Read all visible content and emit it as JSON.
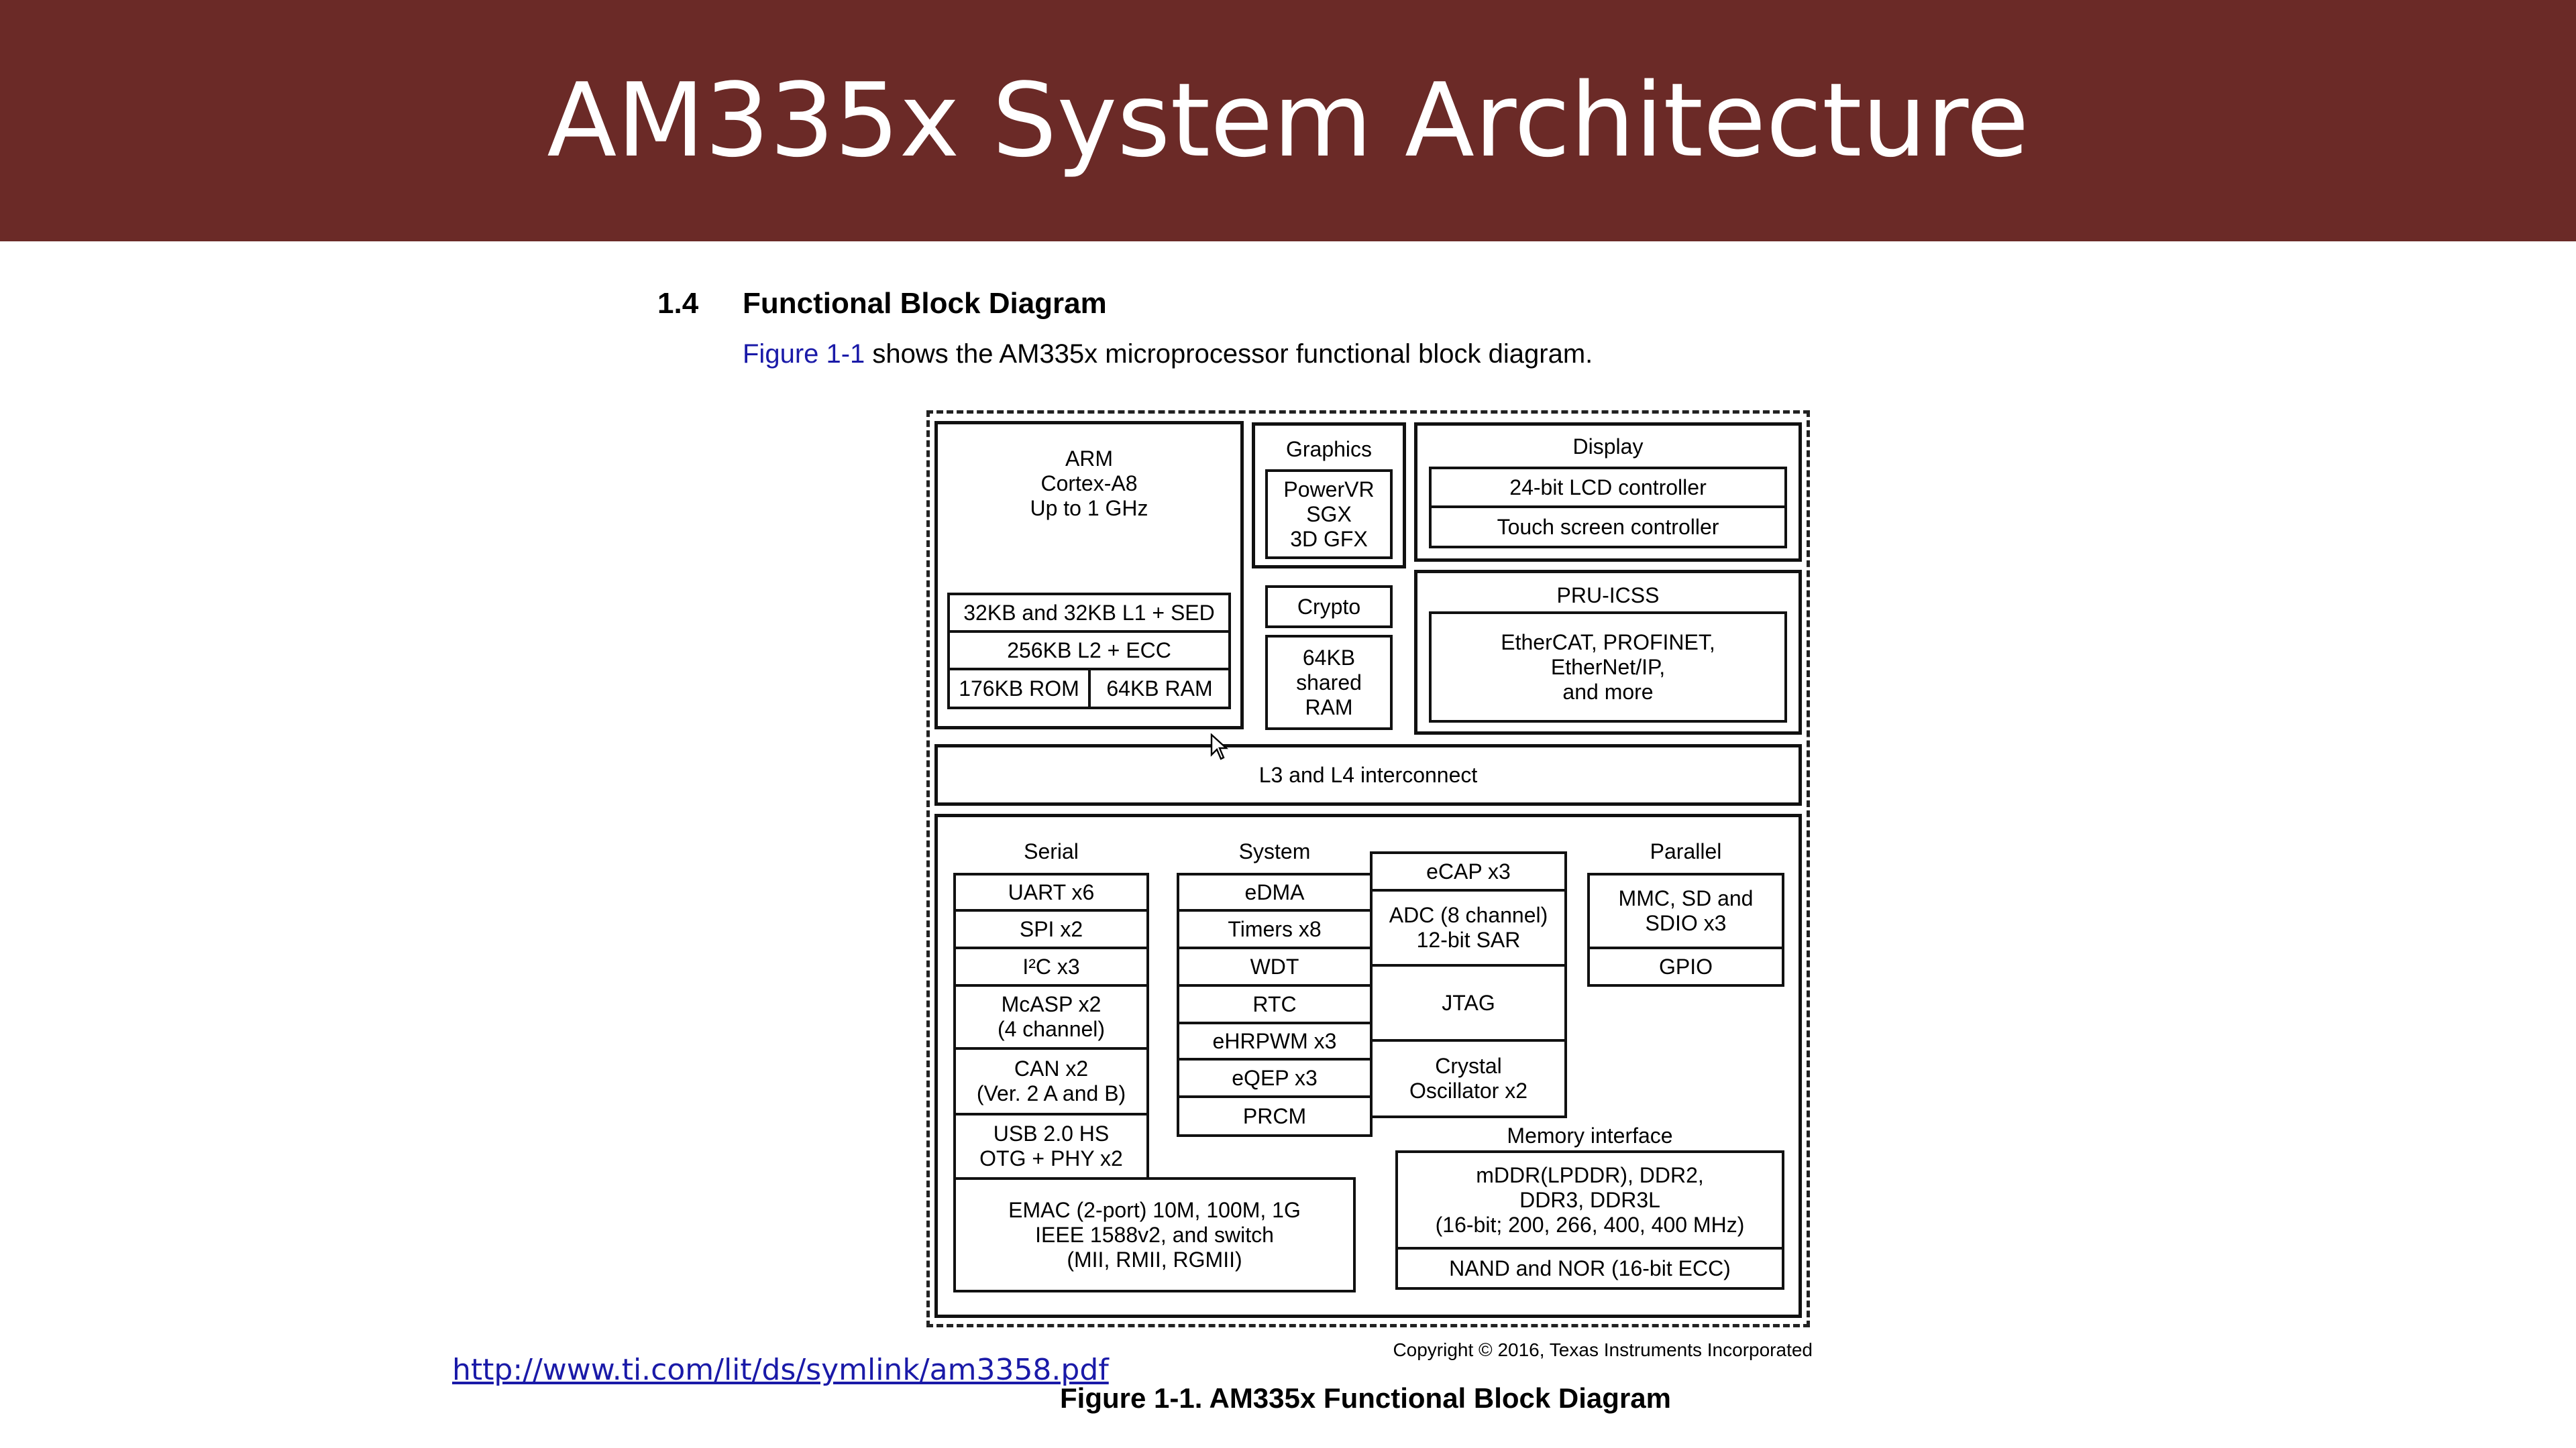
{
  "slide": {
    "title": "AM335x System Architecture",
    "section_number": "1.4",
    "section_title": "Functional Block Diagram",
    "intro_link": "Figure 1-1",
    "intro_text": " shows the AM335x microprocessor functional block diagram.",
    "source_link": "http://www.ti.com/lit/ds/symlink/am3358.pdf",
    "copyright": "Copyright © 2016, Texas Instruments Incorporated",
    "caption": "Figure 1-1. AM335x Functional Block Diagram",
    "colors": {
      "banner": "#6b2a27",
      "link": "#1a1aa8"
    }
  },
  "diagram": {
    "arm": {
      "title": "ARM\nCortex-A8\nUp to 1 GHz",
      "l1": "32KB and 32KB L1 + SED",
      "l2": "256KB L2  + ECC",
      "rom": "176KB ROM",
      "ram": "64KB RAM"
    },
    "graphics": {
      "title": "Graphics",
      "core": "PowerVR\nSGX\n3D GFX"
    },
    "crypto": "Crypto",
    "shared_ram": "64KB\nshared\nRAM",
    "display": {
      "title": "Display",
      "lcd": "24-bit LCD controller",
      "touch": "Touch screen controller"
    },
    "pru": {
      "title": "PRU-ICSS",
      "text": "EtherCAT, PROFINET,\nEtherNet/IP,\nand more"
    },
    "interconnect": "L3 and L4 interconnect",
    "serial": {
      "title": "Serial",
      "items": [
        "UART x6",
        "SPI x2",
        "I²C x3",
        "McASP x2\n(4 channel)",
        "CAN x2\n(Ver. 2 A and B)",
        "USB 2.0 HS\nOTG + PHY x2"
      ]
    },
    "emac": "EMAC (2-port) 10M, 100M, 1G\nIEEE 1588v2, and switch\n(MII, RMII, RGMII)",
    "system": {
      "title": "System",
      "items": [
        "eDMA",
        "Timers x8",
        "WDT",
        "RTC",
        "eHRPWM x3",
        "eQEP x3",
        "PRCM"
      ]
    },
    "system2": {
      "items": [
        "eCAP x3",
        "ADC (8 channel)\n12-bit SAR",
        "JTAG",
        "Crystal\nOscillator x2"
      ]
    },
    "parallel": {
      "title": "Parallel",
      "items": [
        "MMC, SD and\nSDIO x3",
        "GPIO"
      ]
    },
    "memory": {
      "title": "Memory interface",
      "ddr": "mDDR(LPDDR), DDR2,\nDDR3, DDR3L\n(16-bit; 200, 266, 400, 400 MHz)",
      "nand": "NAND and NOR (16-bit ECC)"
    }
  }
}
